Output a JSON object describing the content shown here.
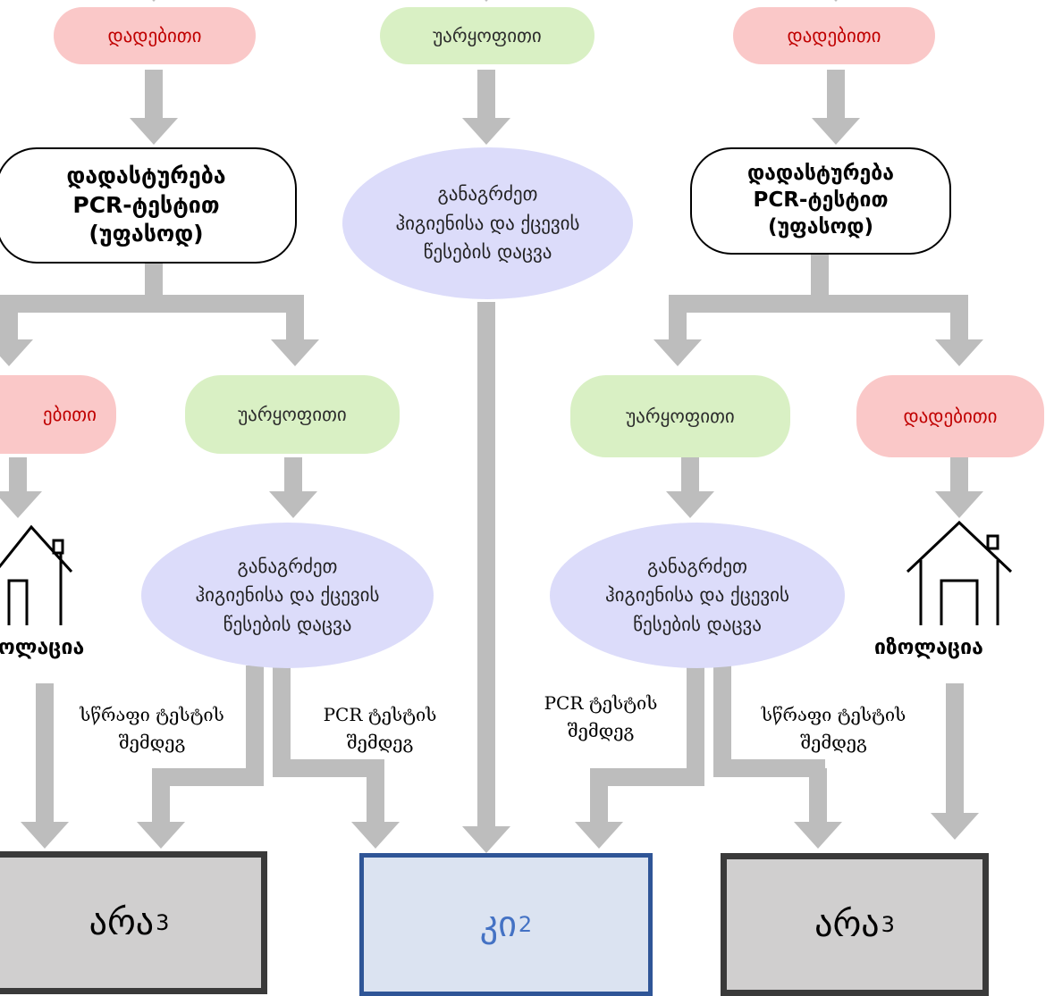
{
  "colors": {
    "arrow": "#bdbdbd",
    "positive_fill": "#fac8c8",
    "positive_text": "#c00000",
    "negative_fill": "#d9f0c4",
    "ellipse_fill": "#dcdcfa",
    "no_fill": "#d0cfcf",
    "no_border": "#3a3a3a",
    "yes_fill": "#dbe3f1",
    "yes_border": "#2f5597",
    "yes_text": "#4472c4"
  },
  "labels": {
    "positive": "დადებითი",
    "positive_cut": "ებითი",
    "negative": "უარყოფითი",
    "confirm_line1": "დადასტურება",
    "confirm_line2": "PCR-ტესტით",
    "confirm_line3": "(უფასოდ)",
    "continue_line1": "განაგრძეთ",
    "continue_line2": "ჰიგიენისა და ქცევის",
    "continue_line3": "წესების დაცვა",
    "isolation": "იზოლაცია",
    "isolation_cut": "ოლაცია",
    "rapid_line1": "სწრაფი ტესტის",
    "after": "შემდეგ",
    "pcr_line1": "PCR ტესტის"
  },
  "results": {
    "no_text": "არა",
    "no_sup": "3",
    "yes_text": "კი",
    "yes_sup": "2"
  },
  "icons": [
    "house-icon"
  ]
}
